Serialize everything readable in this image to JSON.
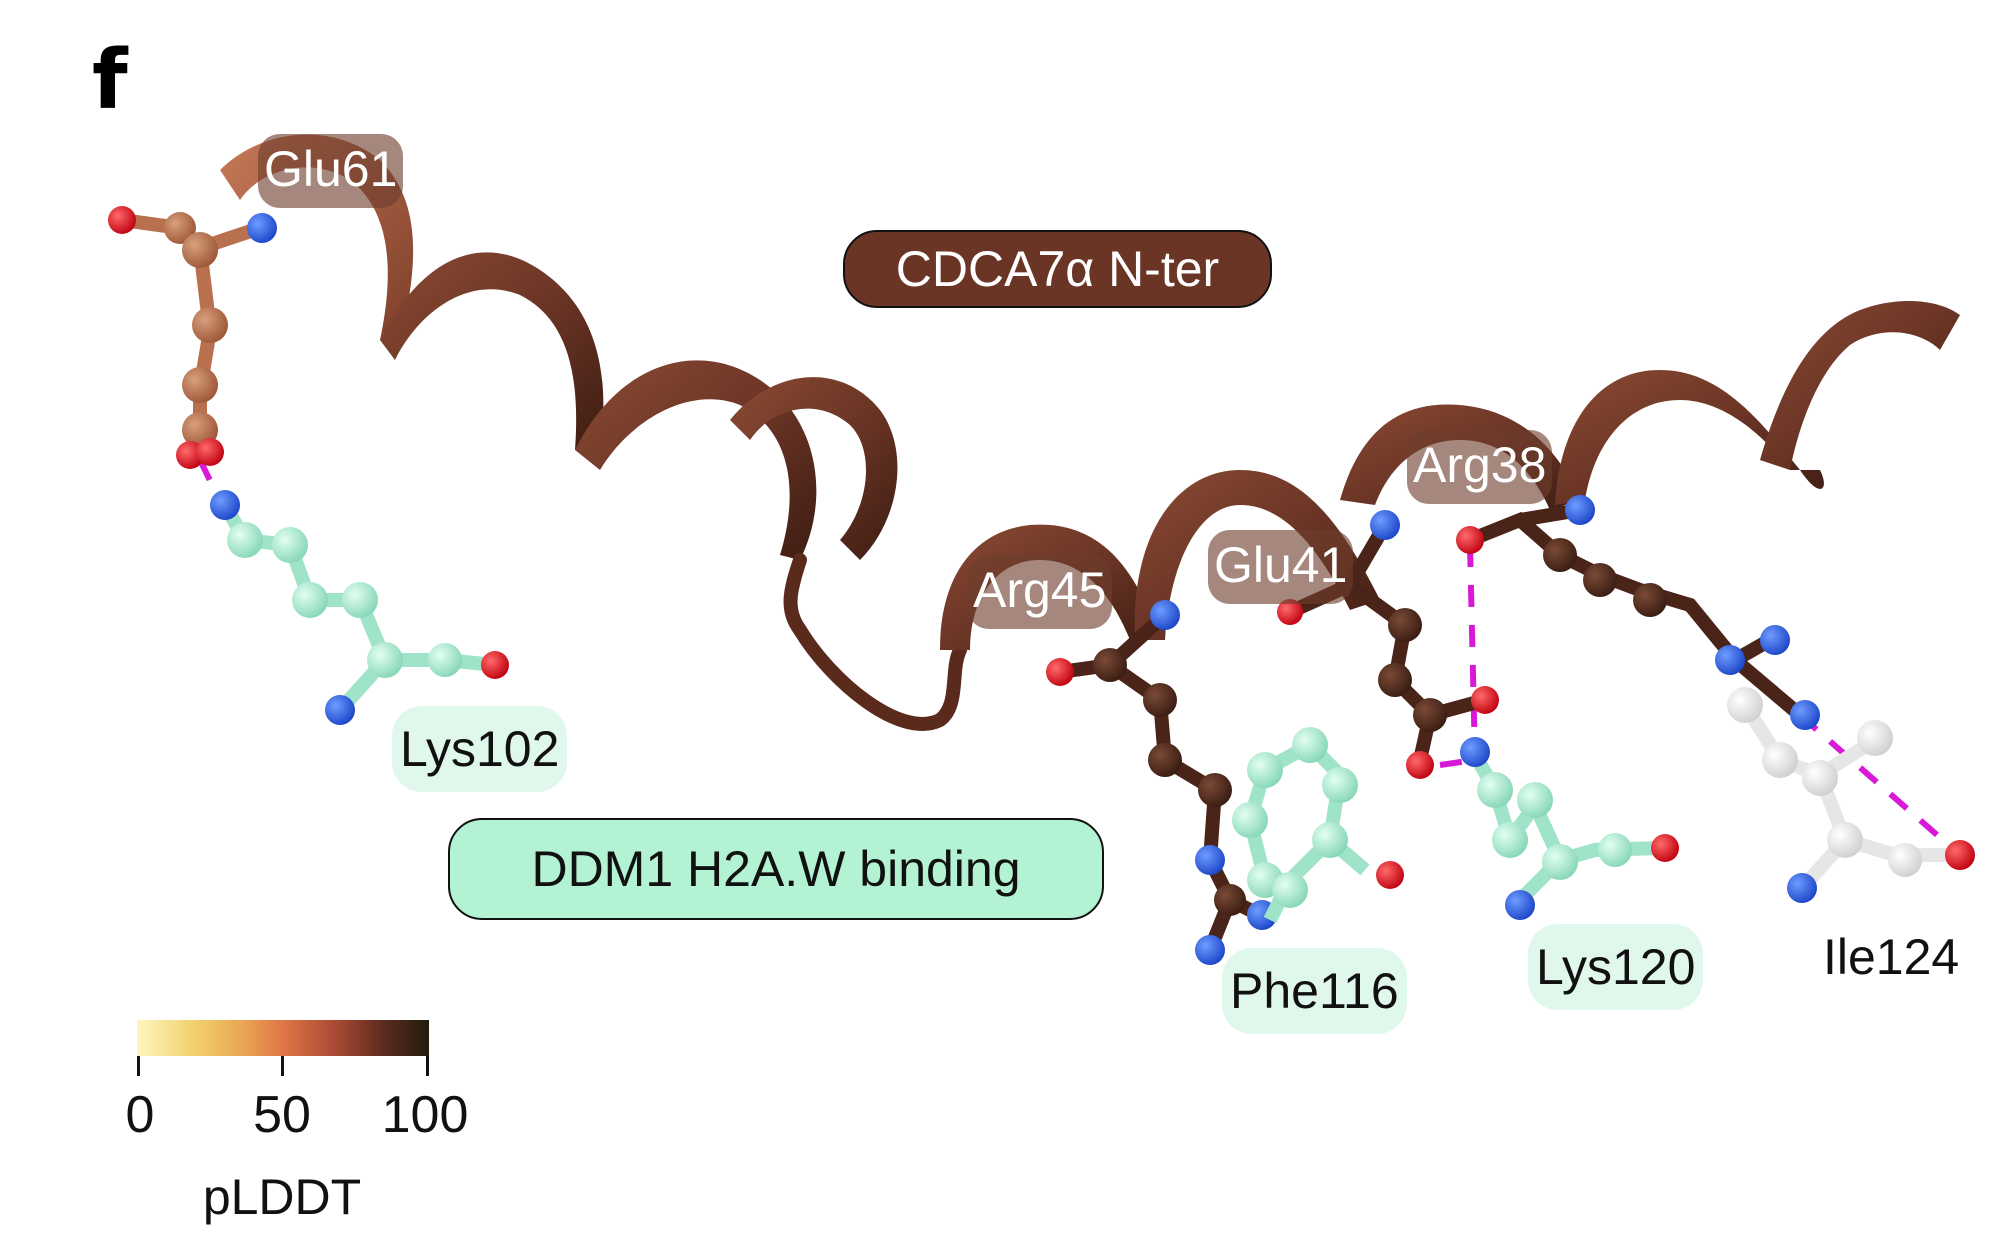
{
  "figure": {
    "panel_letter": "f",
    "domain_labels": {
      "cdca7": "CDCA7α N-ter",
      "ddm1": "DDM1 H2A.W binding"
    },
    "residues_cdca7": [
      "Glu61",
      "Arg45",
      "Glu41",
      "Arg38"
    ],
    "residues_ddm1": [
      "Lys102",
      "Phe116",
      "Lys120",
      "Ile124"
    ],
    "interactions": [
      {
        "from": "Glu61",
        "to": "Lys102"
      },
      {
        "from": "Glu41",
        "to": "Lys120"
      },
      {
        "from": "Arg38",
        "to": "Lys120"
      },
      {
        "from": "Arg38",
        "to": "Ile124"
      }
    ],
    "colorbar": {
      "title": "pLDDT",
      "ticks": [
        "0",
        "50",
        "100"
      ],
      "range": [
        0,
        100
      ]
    },
    "colors": {
      "helix": "#6b3526",
      "helix_light": "#b2654a",
      "ddm1_carbon": "#a8ecd2",
      "nitrogen": "#2a5ee8",
      "oxygen": "#e8101a",
      "hbond": "#d81ad8",
      "ile_carbon": "#f2f2f2"
    }
  }
}
